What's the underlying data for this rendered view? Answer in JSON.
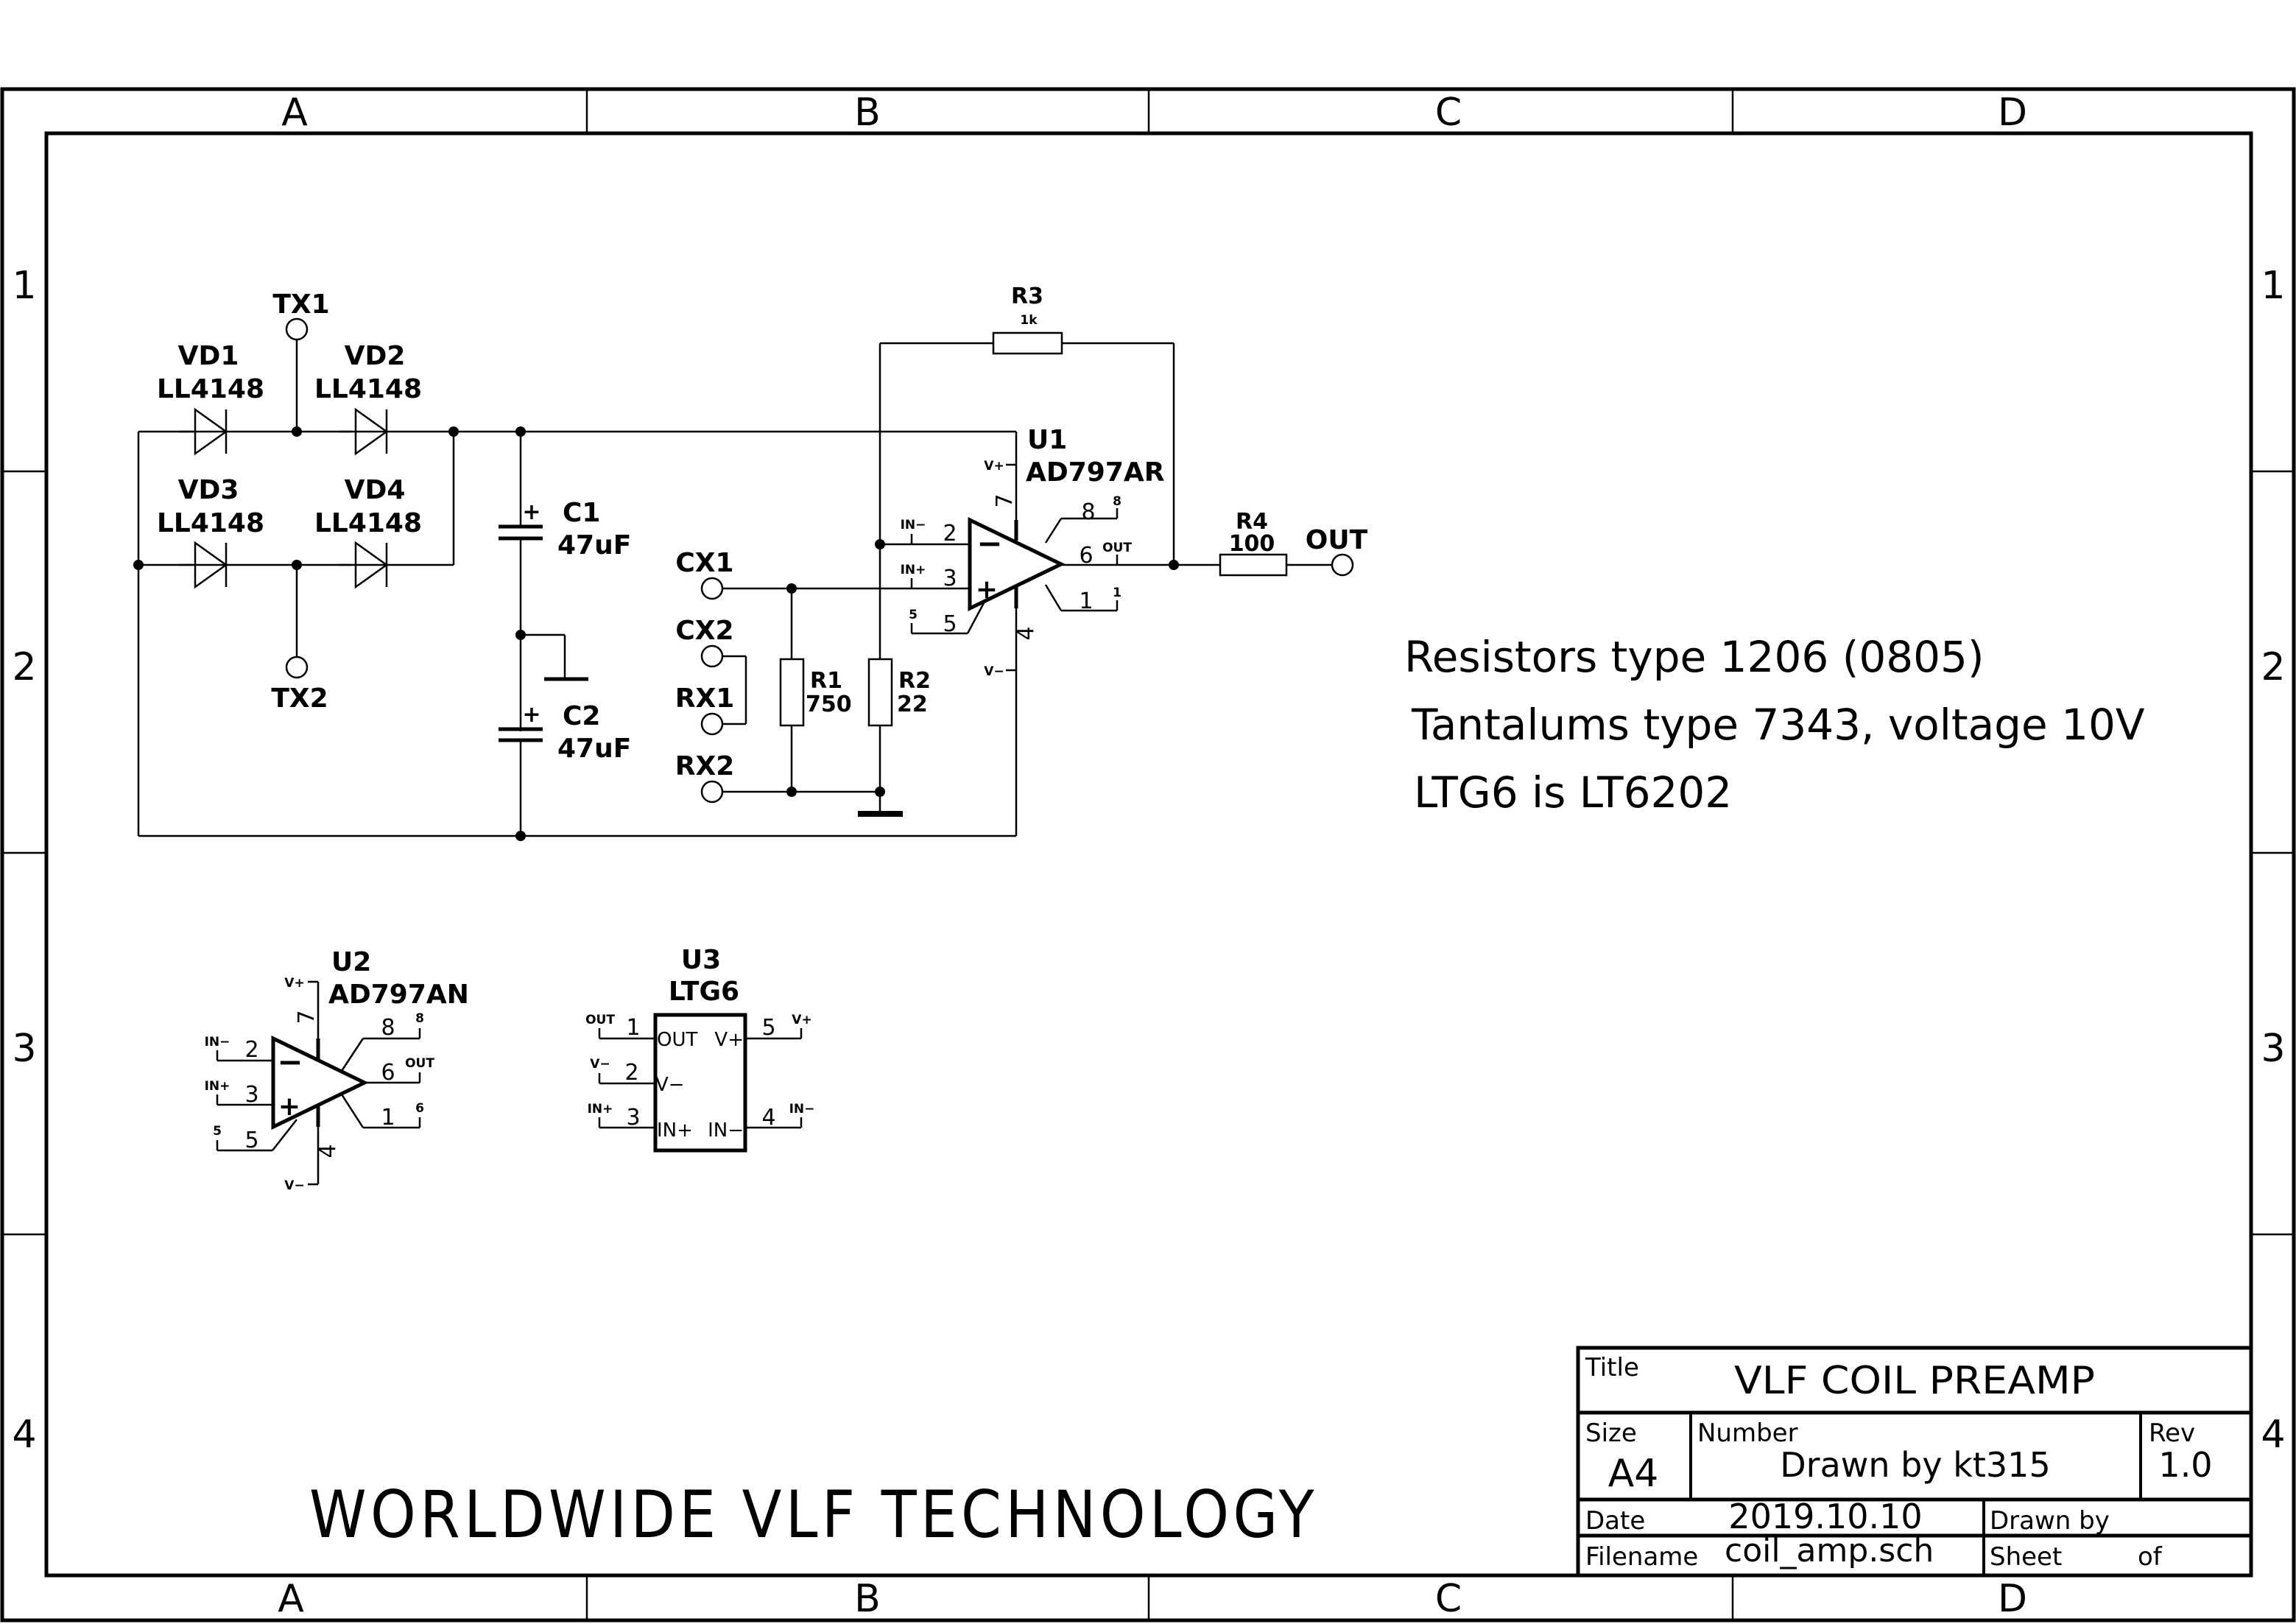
{
  "frame": {
    "columns": [
      "A",
      "B",
      "C",
      "D"
    ],
    "rows": [
      "1",
      "2",
      "3",
      "4"
    ]
  },
  "components": {
    "TX1": {
      "label": "TX1"
    },
    "TX2": {
      "label": "TX2"
    },
    "VD1": {
      "ref": "VD1",
      "value": "LL4148"
    },
    "VD2": {
      "ref": "VD2",
      "value": "LL4148"
    },
    "VD3": {
      "ref": "VD3",
      "value": "LL4148"
    },
    "VD4": {
      "ref": "VD4",
      "value": "LL4148"
    },
    "C1": {
      "ref": "C1",
      "value": "47uF",
      "polarity": "+"
    },
    "C2": {
      "ref": "C2",
      "value": "47uF",
      "polarity": "+"
    },
    "CX1": {
      "label": "CX1"
    },
    "CX2": {
      "label": "CX2"
    },
    "RX1": {
      "label": "RX1"
    },
    "RX2": {
      "label": "RX2"
    },
    "R1": {
      "ref": "R1",
      "value": "750"
    },
    "R2": {
      "ref": "R2",
      "value": "22"
    },
    "R3": {
      "ref": "R3",
      "value": "1k"
    },
    "R4": {
      "ref": "R4",
      "value": "100"
    },
    "OUT": {
      "label": "OUT"
    },
    "U1": {
      "ref": "U1",
      "value": "AD797AR",
      "minus": "−",
      "plus": "+",
      "pins": {
        "p2": "2",
        "p2_name": "IN−",
        "p3": "3",
        "p3_name": "IN+",
        "p5": "5",
        "p5_name": "5",
        "p7": "7",
        "p7_name": "V+",
        "p4": "4",
        "p4_name": "V−",
        "p8": "8",
        "p8_name": "8",
        "p6": "6",
        "p6_name": "OUT",
        "p1": "1",
        "p1_name": "1"
      }
    },
    "U2": {
      "ref": "U2",
      "value": "AD797AN",
      "minus": "−",
      "plus": "+",
      "pins": {
        "p2": "2",
        "p2_name": "IN−",
        "p3": "3",
        "p3_name": "IN+",
        "p5": "5",
        "p5_name": "5",
        "p7": "7",
        "p7_name": "V+",
        "p4": "4",
        "p4_name": "V−",
        "p8": "8",
        "p8_name": "8",
        "p6": "6",
        "p6_name": "OUT",
        "p1": "1",
        "p1_name": "6"
      }
    },
    "U3": {
      "ref": "U3",
      "value": "LTG6",
      "pins": {
        "p1": "1",
        "p1_net": "OUT",
        "p1_name": "OUT",
        "p2": "2",
        "p2_net": "V−",
        "p2_name": "V−",
        "p3": "3",
        "p3_net": "IN+",
        "p3_name": "IN+",
        "p5": "5",
        "p5_net": "V+",
        "p5_name": "V+",
        "p4": "4",
        "p4_net": "IN−",
        "p4_name": "IN−"
      }
    }
  },
  "notes": [
    "Resistors type 1206  (0805)",
    "Tantalums type 7343, voltage 10V",
    "LTG6 is LT6202"
  ],
  "brand": "WORLDWIDE VLF TECHNOLOGY",
  "title_block": {
    "title_label": "Title",
    "title": "VLF COIL PREAMP",
    "size_label": "Size",
    "size": "A4",
    "number_label": "Number",
    "number": "Drawn by kt315",
    "rev_label": "Rev",
    "rev": "1.0",
    "date_label": "Date",
    "date": "2019.10.10",
    "drawn_by_label": "Drawn by",
    "drawn_by": "",
    "filename_label": "Filename",
    "filename": "coil_amp.sch",
    "sheet_label": "Sheet",
    "of_label": "of"
  }
}
